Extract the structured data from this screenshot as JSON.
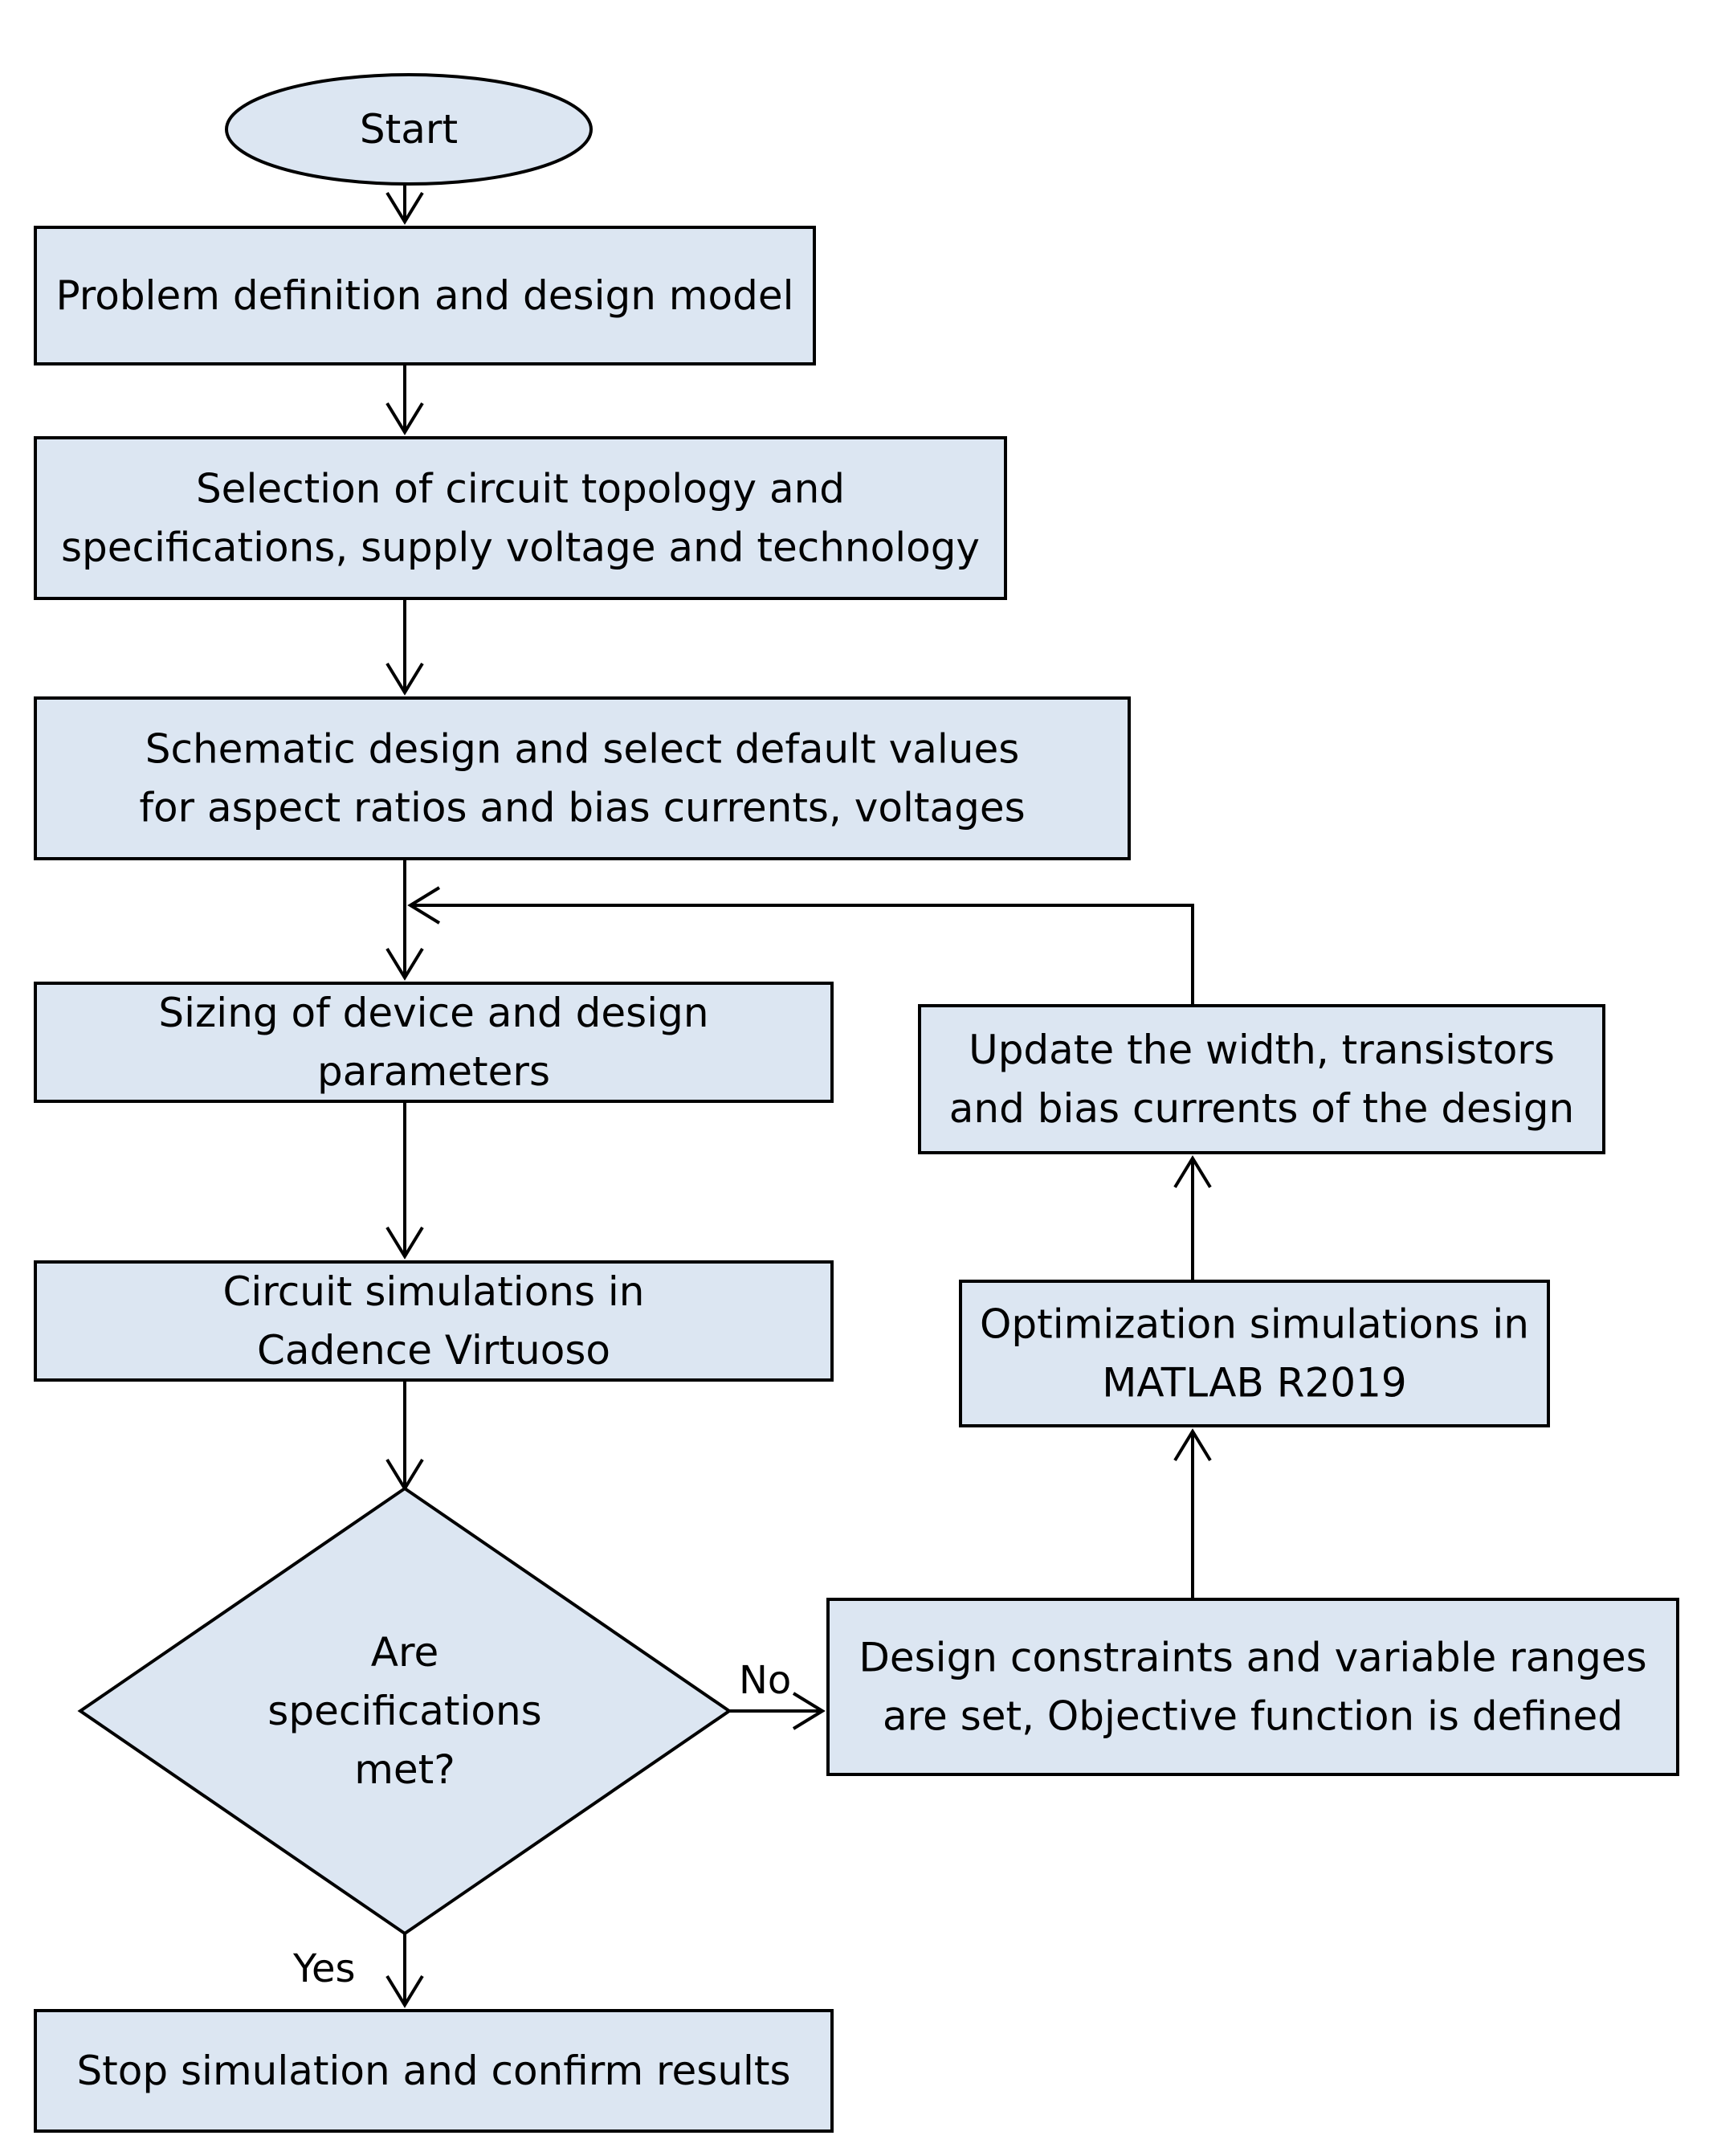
{
  "diagram": {
    "nodes": {
      "start": {
        "shape": "ellipse",
        "lines": [
          "Start"
        ]
      },
      "problem": {
        "shape": "rect",
        "lines": [
          "Problem definition and design model"
        ]
      },
      "selection": {
        "shape": "rect",
        "lines": [
          "Selection of circuit topology and",
          "specifications, supply voltage and technology"
        ]
      },
      "schematic": {
        "shape": "rect",
        "lines": [
          "Schematic design and select default values",
          "for aspect ratios and bias currents, voltages"
        ]
      },
      "sizing": {
        "shape": "rect",
        "lines": [
          "Sizing of device and design",
          "parameters"
        ]
      },
      "circuit_sim": {
        "shape": "rect",
        "lines": [
          "Circuit simulations in",
          "Cadence Virtuoso"
        ]
      },
      "decision": {
        "shape": "diamond",
        "lines": [
          "Are",
          "specifications",
          "met?"
        ]
      },
      "stop": {
        "shape": "rect",
        "lines": [
          "Stop simulation and confirm results"
        ]
      },
      "constraints": {
        "shape": "rect",
        "lines": [
          "Design constraints and variable ranges",
          "are set, Objective function is defined"
        ]
      },
      "optimization": {
        "shape": "rect",
        "lines": [
          "Optimization simulations in",
          "MATLAB R2019"
        ]
      },
      "update": {
        "shape": "rect",
        "lines": [
          "Update the width, transistors",
          "and bias currents of the design"
        ]
      }
    },
    "edges": [
      {
        "from": "start",
        "to": "problem",
        "label": ""
      },
      {
        "from": "problem",
        "to": "selection",
        "label": ""
      },
      {
        "from": "selection",
        "to": "schematic",
        "label": ""
      },
      {
        "from": "schematic",
        "to": "sizing",
        "label": ""
      },
      {
        "from": "sizing",
        "to": "circuit_sim",
        "label": ""
      },
      {
        "from": "circuit_sim",
        "to": "decision",
        "label": ""
      },
      {
        "from": "decision",
        "to": "constraints",
        "label": "No"
      },
      {
        "from": "decision",
        "to": "stop",
        "label": "Yes"
      },
      {
        "from": "constraints",
        "to": "optimization",
        "label": ""
      },
      {
        "from": "optimization",
        "to": "update",
        "label": ""
      },
      {
        "from": "update",
        "to": "sizing",
        "label": ""
      }
    ]
  },
  "colors": {
    "node_fill": "#dce6f2",
    "stroke": "#000000",
    "text": "#000000",
    "background": "#ffffff"
  }
}
